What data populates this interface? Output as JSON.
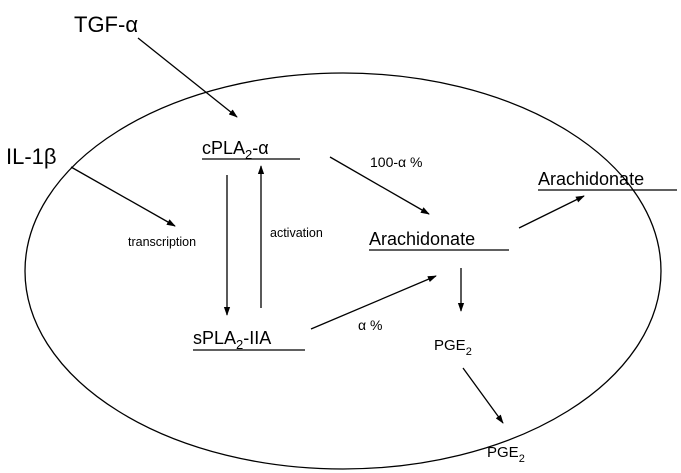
{
  "diagram": {
    "nodes": {
      "tgf": {
        "text": "TGF-α"
      },
      "il1b": {
        "text": "IL-1β"
      },
      "cpla2": {
        "pre": "cPLA",
        "sub": "2",
        "post": "-α"
      },
      "spla2": {
        "pre": "sPLA",
        "sub": "2",
        "post": "-IIA"
      },
      "arachidonate_in": {
        "text": "Arachidonate"
      },
      "arachidonate_out": {
        "text": "Arachidonate"
      },
      "pge2_in": {
        "pre": "PGE",
        "sub": "2"
      },
      "pge2_out": {
        "pre": "PGE",
        "sub": "2"
      }
    },
    "edge_labels": {
      "transcription": "transcription",
      "activation": "activation",
      "pct_cpla": "100-α %",
      "pct_spla": "α %"
    }
  }
}
